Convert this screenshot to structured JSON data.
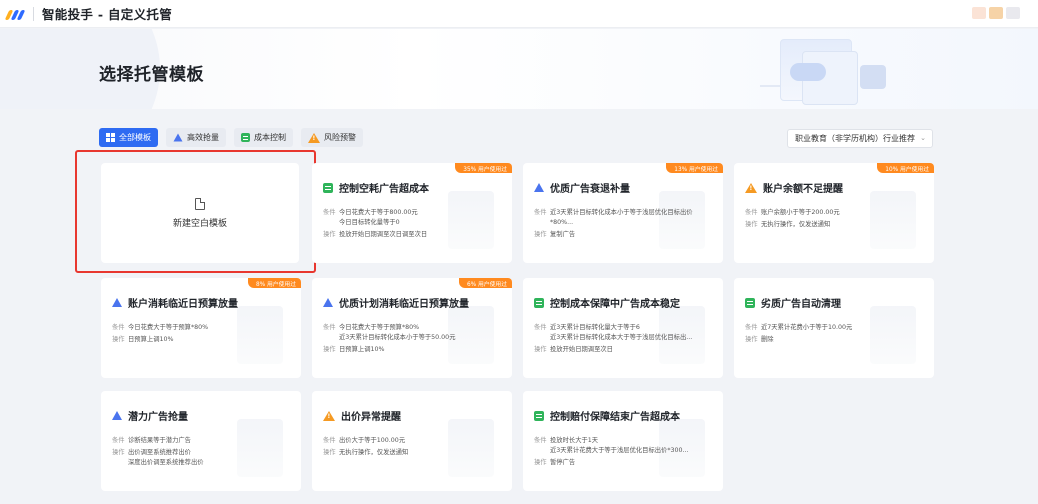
{
  "app": {
    "title": "智能投手 - 自定义托管"
  },
  "header": {
    "title": "选择托管模板"
  },
  "tabs": [
    {
      "label": "全部模板",
      "icon": "grid-icon",
      "active": true
    },
    {
      "label": "高效抢量",
      "icon": "diamond-icon"
    },
    {
      "label": "成本控制",
      "icon": "ledger-icon"
    },
    {
      "label": "风险预警",
      "icon": "warning-icon"
    }
  ],
  "industry_select": {
    "value": "职业教育（非学历机构）行业推荐"
  },
  "new_template": {
    "label": "新建空白模板"
  },
  "labels": {
    "condition": "条件",
    "action": "操作"
  },
  "cards": [
    {
      "title": "控制空耗广告超成本",
      "icon": "ledger-icon",
      "badge": "35% 用户使用过",
      "conditions": [
        "今日花费大于等于800.00元",
        "今日目标转化量等于0"
      ],
      "actions": [
        "投放开始日期调至次日调至次日"
      ]
    },
    {
      "title": "优质广告衰退补量",
      "icon": "diamond-icon",
      "badge": "13% 用户使用过",
      "conditions": [
        "近3天累计目标转化成本小于等于浅层优化目标出价",
        "*80%..."
      ],
      "actions": [
        "复制广告"
      ]
    },
    {
      "title": "账户余额不足提醒",
      "icon": "warning-icon",
      "badge": "10% 用户使用过",
      "conditions": [
        "账户余额小于等于200.00元"
      ],
      "actions": [
        "无执行操作，仅发送通知"
      ]
    },
    {
      "title": "账户消耗临近日预算放量",
      "icon": "diamond-icon",
      "badge": "8% 用户使用过",
      "conditions": [
        "今日花费大于等于预算*80%"
      ],
      "actions": [
        "日预算上调10%"
      ]
    },
    {
      "title": "优质计划消耗临近日预算放量",
      "icon": "diamond-icon",
      "badge": "6% 用户使用过",
      "conditions": [
        "今日花费大于等于预算*80%",
        "近3天累计目标转化成本小于等于50.00元"
      ],
      "actions": [
        "日预算上调10%"
      ]
    },
    {
      "title": "控制成本保障中广告成本稳定",
      "icon": "ledger-icon",
      "badge": "",
      "conditions": [
        "近3天累计目标转化量大于等于6",
        "近3天累计目标转化成本大于等于浅层优化目标出..."
      ],
      "actions": [
        "投放开始日期调至次日"
      ]
    },
    {
      "title": "劣质广告自动清理",
      "icon": "ledger-icon",
      "badge": "",
      "conditions": [
        "近7天累计花费小于等于10.00元"
      ],
      "actions": [
        "删除"
      ]
    },
    {
      "title": "潜力广告抢量",
      "icon": "diamond-icon",
      "badge": "",
      "conditions": [
        "诊断结果等于潜力广告"
      ],
      "actions": [
        "出价调至系统推荐出价",
        "深度出价调至系统推荐出价"
      ]
    },
    {
      "title": "出价异常提醒",
      "icon": "warning-icon",
      "badge": "",
      "conditions": [
        "出价大于等于100.00元"
      ],
      "actions": [
        "无执行操作，仅发送通知"
      ]
    },
    {
      "title": "控制赔付保障结束广告超成本",
      "icon": "ledger-icon",
      "badge": "",
      "conditions": [
        "投放时长大于1天",
        "近3天累计花费大于等于浅层优化目标出价*300..."
      ],
      "actions": [
        "暂停广告"
      ]
    }
  ],
  "colors": {
    "accent": "#2e6bf2",
    "badge": "#ff8a1f",
    "highlight": "#e8372f",
    "green": "#2fb45a",
    "blue": "#4a74ee",
    "orange": "#f59a23"
  }
}
